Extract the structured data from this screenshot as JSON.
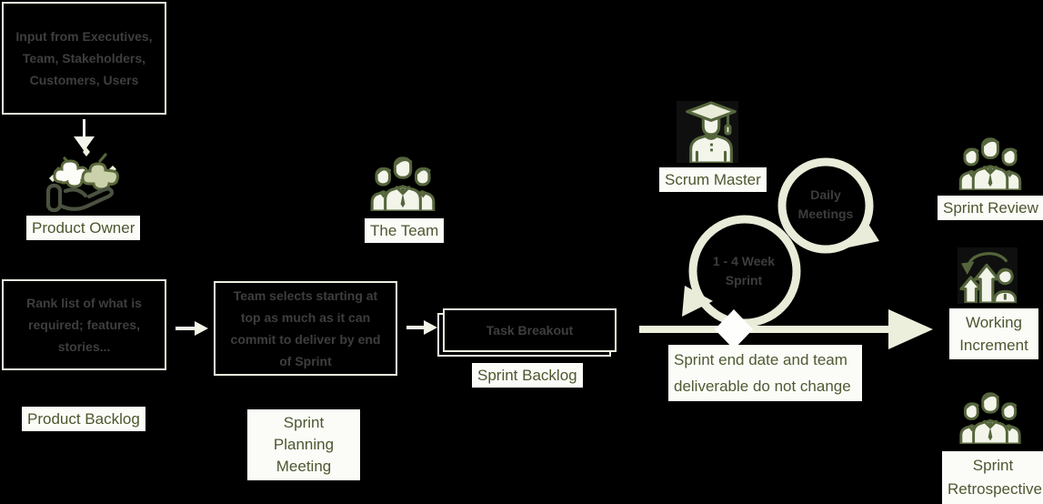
{
  "colors": {
    "background": "#000000",
    "arrow_cream": "#ecefdc",
    "loop_cream": "#e8ecd8",
    "box_border": "#eef0e0",
    "box_text": "#3e3e3e",
    "label_bg": "#fbfcf8",
    "label_text": "#4d572f",
    "icon_olive": "#55653c",
    "icon_fill": "#f3f5eb",
    "diamond_white": "#fefefc"
  },
  "flow": {
    "input_box": {
      "text": "Input from Executives, Team, Stakeholders, Customers, Users"
    },
    "product_owner": {
      "label": "Product Owner",
      "icon": "hand-puzzle-icon"
    },
    "product_backlog": {
      "box_text": "Rank list of what is required; features, stories...",
      "label": "Product Backlog"
    },
    "sprint_planning": {
      "box_text": "Team selects starting at top as much as it can commit to deliver by end of Sprint",
      "label": "Sprint Planning Meeting"
    },
    "sprint_backlog": {
      "box_text": "Task Breakout",
      "label": "Sprint Backlog"
    },
    "team": {
      "label": "The Team",
      "icon": "team-people-icon"
    },
    "scrum_master": {
      "label": "Scrum Master",
      "icon": "graduate-person-icon"
    },
    "daily_meetings": {
      "label": "Daily Meetings"
    },
    "sprint_cycle": {
      "label": "1 - 4 Week Sprint"
    },
    "sprint_note": {
      "text": "Sprint end date and team deliverable do not change"
    },
    "sprint_review": {
      "label": "Sprint Review",
      "icon": "team-people-icon"
    },
    "working_increment": {
      "label": "Working Increment",
      "icon": "growth-person-icon"
    },
    "sprint_retrospective": {
      "label": "Sprint Retrospective",
      "icon": "team-people-icon"
    }
  }
}
